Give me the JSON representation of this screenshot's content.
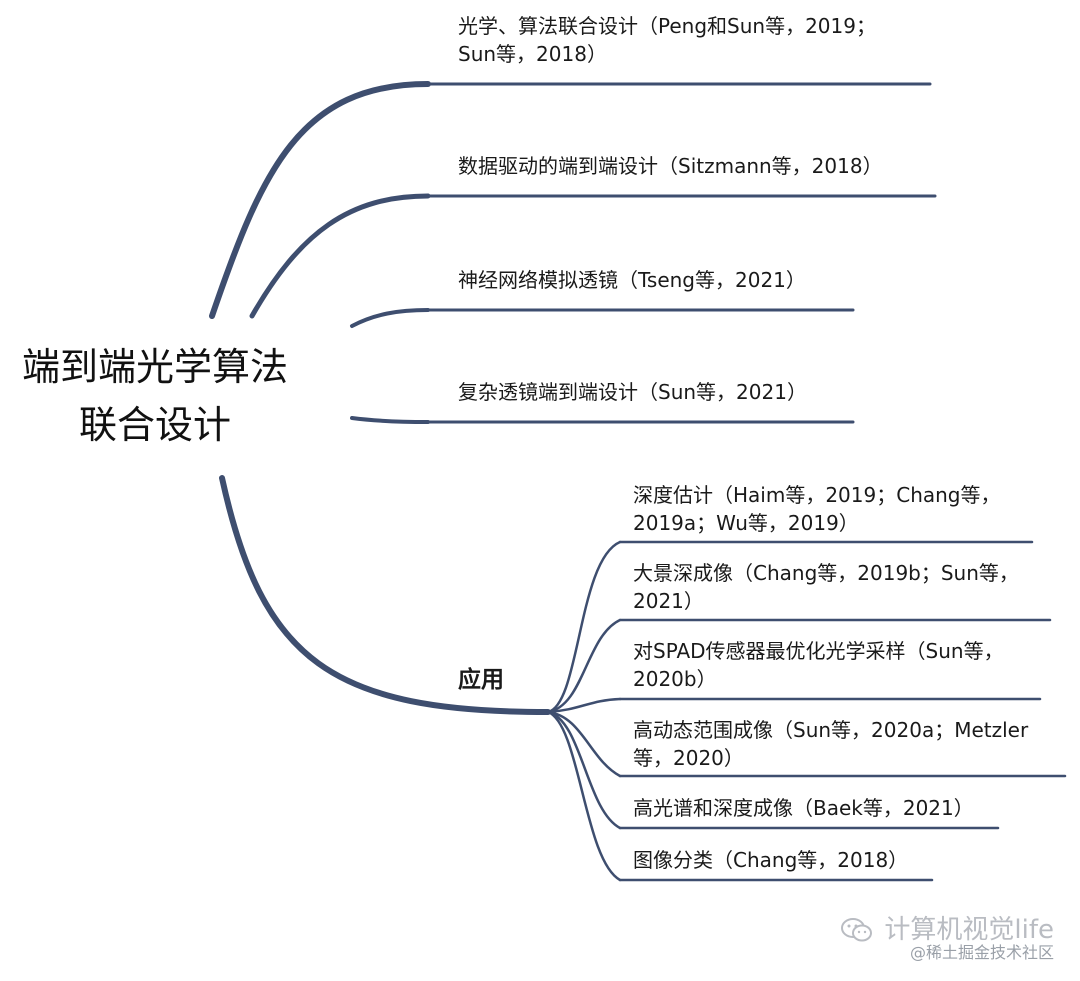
{
  "root": {
    "line1": "端到端光学算法",
    "line2": "联合设计"
  },
  "topics": [
    {
      "line1": "光学、算法联合设计（Peng和Sun等，2019；",
      "line2": "Sun等，2018）"
    },
    {
      "line1": "数据驱动的端到端设计（Sitzmann等，2018）"
    },
    {
      "line1": "神经网络模拟透镜（Tseng等，2021）"
    },
    {
      "line1": "复杂透镜端到端设计（Sun等，2021）"
    }
  ],
  "applications": {
    "label": "应用",
    "items": [
      {
        "line1": "深度估计（Haim等，2019；Chang等，",
        "line2": "2019a；Wu等，2019）"
      },
      {
        "line1": "大景深成像（Chang等，2019b；Sun等，",
        "line2": "2021）"
      },
      {
        "line1": "对SPAD传感器最优化光学采样（Sun等，",
        "line2": "2020b）"
      },
      {
        "line1": "高动态范围成像（Sun等，2020a；Metzler",
        "line2": "等，2020）"
      },
      {
        "line1": "高光谱和深度成像（Baek等，2021）"
      },
      {
        "line1": "图像分类（Chang等，2018）"
      }
    ]
  },
  "watermark": {
    "main": "计算机视觉life",
    "sub": "@稀土掘金技术社区"
  },
  "colors": {
    "branch": "#3e4e6f",
    "text": "#1a1a1a"
  }
}
